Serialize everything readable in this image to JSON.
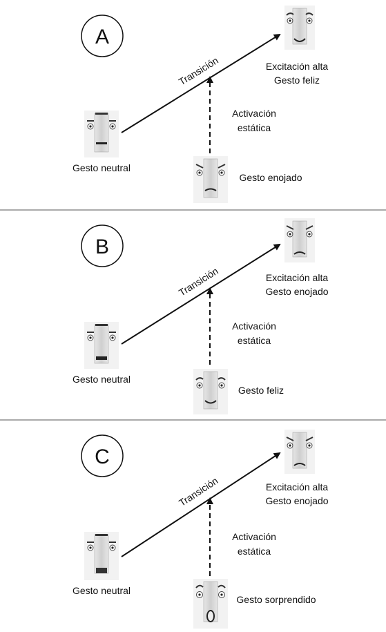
{
  "panels": [
    {
      "letter": "A",
      "transition_label": "Transición",
      "static_label": [
        "Activación",
        "estática"
      ],
      "start_label": "Gesto neutral",
      "end_label": [
        "Excitación alta",
        "Gesto feliz"
      ],
      "static_face_label": "Gesto enojado"
    },
    {
      "letter": "B",
      "transition_label": "Transición",
      "static_label": [
        "Activación",
        "estática"
      ],
      "start_label": "Gesto neutral",
      "end_label": [
        "Excitación alta",
        "Gesto enojado"
      ],
      "static_face_label": "Gesto feliz"
    },
    {
      "letter": "C",
      "transition_label": "Transición",
      "static_label": [
        "Activación",
        "estática"
      ],
      "start_label": "Gesto neutral",
      "end_label": [
        "Excitación alta",
        "Gesto enojado"
      ],
      "static_face_label": "Gesto sorprendido"
    }
  ]
}
